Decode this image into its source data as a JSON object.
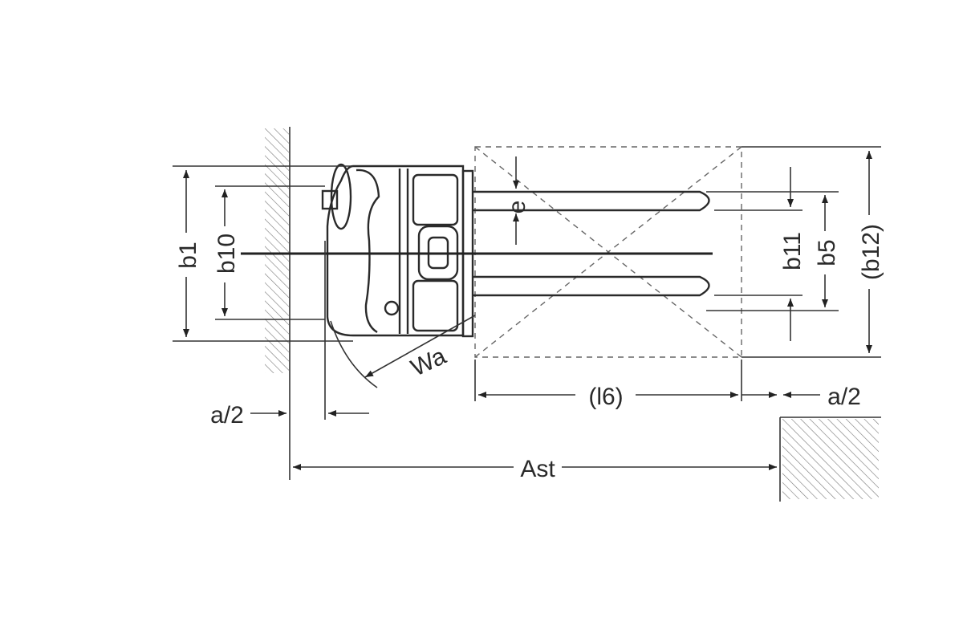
{
  "labels": {
    "b1": "b1",
    "b10": "b10",
    "e": "e",
    "b11": "b11",
    "b5": "b5",
    "b12": "(b12)",
    "wa": "Wa",
    "l6": "(l6)",
    "a2_left": "a/2",
    "a2_right": "a/2",
    "ast": "Ast"
  }
}
